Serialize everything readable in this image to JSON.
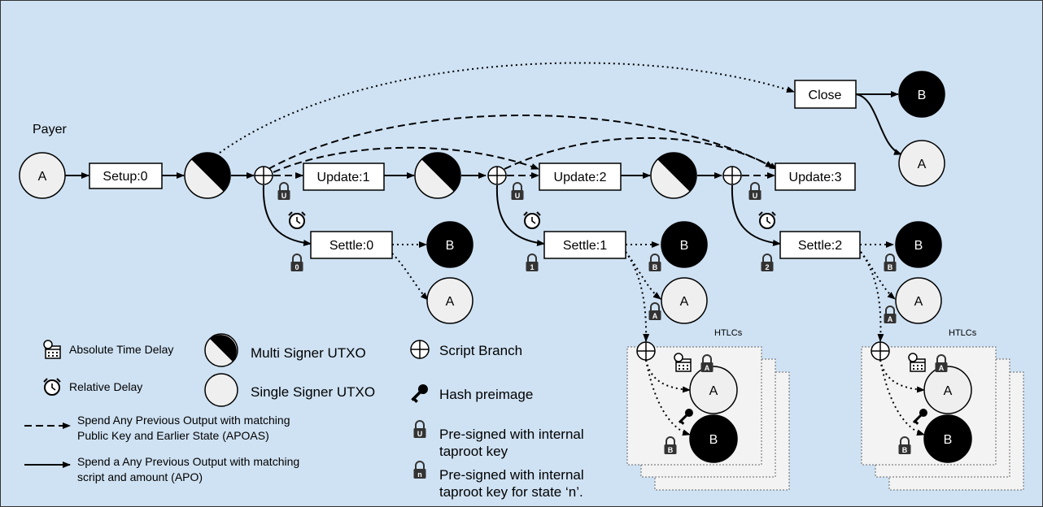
{
  "labels": {
    "payer": "Payer",
    "htlcs_1": "HTLCs",
    "htlcs_2": "HTLCs"
  },
  "nodes": {
    "payer_a": "A",
    "close_b": "B",
    "close_a": "A",
    "settle0_b": "B",
    "settle0_a": "A",
    "settle1_b": "B",
    "settle1_a": "A",
    "settle2_b": "B",
    "settle2_a": "A",
    "htlc1_a": "A",
    "htlc1_b": "B",
    "htlc2_a": "A",
    "htlc2_b": "B"
  },
  "boxes": {
    "setup": "Setup:0",
    "update1": "Update:1",
    "update2": "Update:2",
    "update3": "Update:3",
    "close": "Close",
    "settle0": "Settle:0",
    "settle1": "Settle:1",
    "settle2": "Settle:2"
  },
  "locks": {
    "u1": "U",
    "u2": "U",
    "u3": "U",
    "s0": "0",
    "s1": "1",
    "s2": "2",
    "b1": "B",
    "a1": "A",
    "b2": "B",
    "a2": "A",
    "h1_a": "A",
    "h1_b": "B",
    "h2_a": "A",
    "h2_b": "B"
  },
  "legend": {
    "absolute_time_delay": "Absolute Time Delay",
    "relative_delay": "Relative Delay",
    "multi_signer": "Multi Signer UTXO",
    "single_signer": "Single Signer UTXO",
    "script_branch": "Script Branch",
    "hash_preimage": "Hash preimage",
    "apoas_line1": "Spend Any Previous Output with matching",
    "apoas_line2": "Public Key and Earlier State (APOAS)",
    "apo_line1": "Spend a Any Previous Output with matching",
    "apo_line2": "script and amount (APO)",
    "presigned_u_line1": "Pre-signed with internal",
    "presigned_u_line2": "taproot key",
    "presigned_u_glyph": "U",
    "presigned_n_line1": "Pre-signed with internal",
    "presigned_n_line2": "taproot key for state ‘n’.",
    "presigned_n_glyph": "n"
  }
}
